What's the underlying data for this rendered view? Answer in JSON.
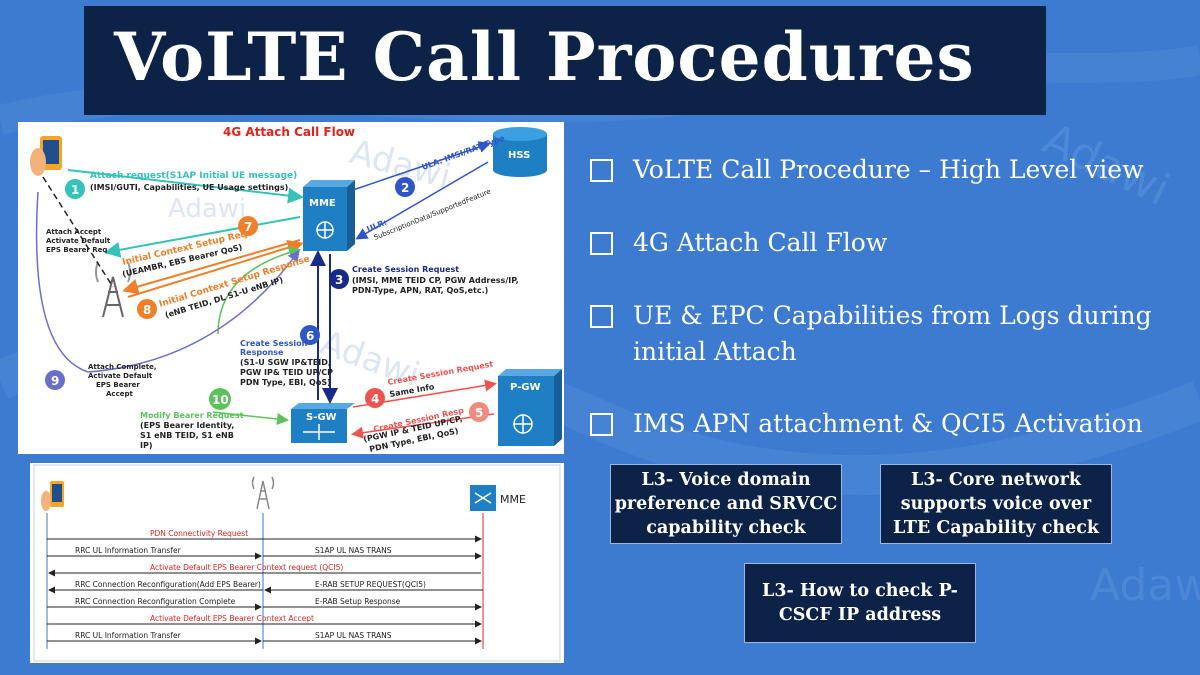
{
  "title": "VoLTE Call Procedures",
  "bullets": [
    "VoLTE Call Procedure – High Level view",
    "4G Attach Call Flow",
    "UE & EPC Capabilities from Logs during initial Attach",
    "IMS APN attachment & QCI5 Activation"
  ],
  "buttons": {
    "voice_domain": "L3- Voice domain preference and SRVCC capability check",
    "core_network": "L3- Core network supports voice over LTE Capability check",
    "pcscf": "L3- How to check P-CSCF IP address"
  },
  "watermark": "Adawi",
  "attach_flow": {
    "title": "4G Attach Call Flow",
    "nodes": {
      "hss": "HSS",
      "mme": "MME",
      "sgw": "S-GW",
      "pgw": "P-GW"
    },
    "steps": {
      "s1": "1",
      "s2": "2",
      "s3": "3",
      "s4": "4",
      "s5": "5",
      "s6": "6",
      "s7": "7",
      "s8": "8",
      "s9": "9",
      "s10": "10"
    },
    "attach_request": "Attach request(S1AP Initial UE message)",
    "attach_request_params": "(IMSI/GUTI, Capabilities, UE Usage settings)",
    "ula": "ULA: IMSI/RAT Type",
    "ulr": "ULR:",
    "ulr_params": "SubscriptionData/SupportedFeature",
    "attach_accept": [
      "Attach Accept",
      "Activate Default",
      "EPS Bearer Req"
    ],
    "ics_req": "Initial Context Setup Req",
    "ics_req_params": "(UEAMBR, EBS Bearer QoS)",
    "ics_resp": "Initial Context Setup Response",
    "ics_resp_params": "(eNB TEID, DL S1-U eNB IP)",
    "csr_title": "Create Session Request",
    "csr_params": [
      "(IMSI, MME TEID CP, PGW Address/IP,",
      "PDN-Type, APN, RAT, QoS,etc.)"
    ],
    "csresp_title": [
      "Create Session",
      "Response"
    ],
    "csresp_params": [
      "(S1-U SGW IP&TEID,",
      "PGW IP& TEID UP/CP",
      "PDN Type, EBI, QoS)"
    ],
    "attach_complete": [
      "Attach Complete,",
      "Activate Default",
      "EPS Bearer",
      "Accept"
    ],
    "mbr_title": "Modify Bearer Request",
    "mbr_params": [
      "(EPS Bearer Identity,",
      "S1 eNB TEID, S1 eNB",
      "IP)"
    ],
    "csr2": "Create Session Request",
    "same_info": "Same Info",
    "csresp2": "Create Session Resp",
    "csresp2_params": [
      "(PGW IP & TEID UP/CP,",
      "PDN Type, EBI, QoS)"
    ]
  },
  "seq_flow": {
    "mme_label": "MME",
    "rows": [
      {
        "left": "PDN Connectivity Request",
        "right": ""
      },
      {
        "left": "RRC UL Information Transfer",
        "right": "S1AP UL NAS TRANS"
      },
      {
        "left": "Activate Default EPS Bearer Context request (QCI5)",
        "right": ""
      },
      {
        "left": "RRC Connection Reconfiguration(Add EPS Bearer)",
        "right": "E-RAB SETUP REQUEST(QCI5)"
      },
      {
        "left": "RRC Connection Reconfiguration Complete",
        "right": "E-RAB Setup Response"
      },
      {
        "left": "Activate Default EPS Bearer Context Accept",
        "right": ""
      },
      {
        "left": "RRC UL Information Transfer",
        "right": "S1AP UL NAS TRANS"
      }
    ]
  },
  "colors": {
    "background": "#3d7bd0",
    "navy": "#0c2247",
    "node_blue": "#1f7fc4",
    "red_text": "#e0241b",
    "orange": "#f07f2a",
    "teal": "#35c2b8"
  }
}
